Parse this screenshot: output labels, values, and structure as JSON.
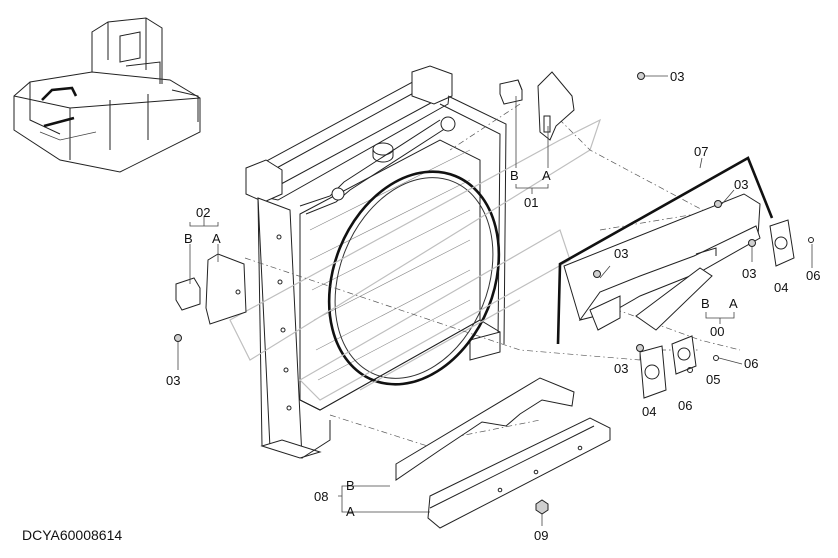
{
  "diagram": {
    "drawing_code": "DCYA60008614",
    "callouts": {
      "c00": "00",
      "c01": "01",
      "c02": "02",
      "c03a": "03",
      "c03b": "03",
      "c03c": "03",
      "c03d": "03",
      "c03e": "03",
      "c03f": "03",
      "c04a": "04",
      "c04b": "04",
      "c05": "05",
      "c06a": "06",
      "c06b": "06",
      "c06c": "06",
      "c07": "07",
      "c08": "08",
      "c09": "09"
    },
    "letters": {
      "b01": "B",
      "a01": "A",
      "b02": "B",
      "a02": "A",
      "b00": "B",
      "a00": "A",
      "b08": "B",
      "a08": "A"
    }
  }
}
